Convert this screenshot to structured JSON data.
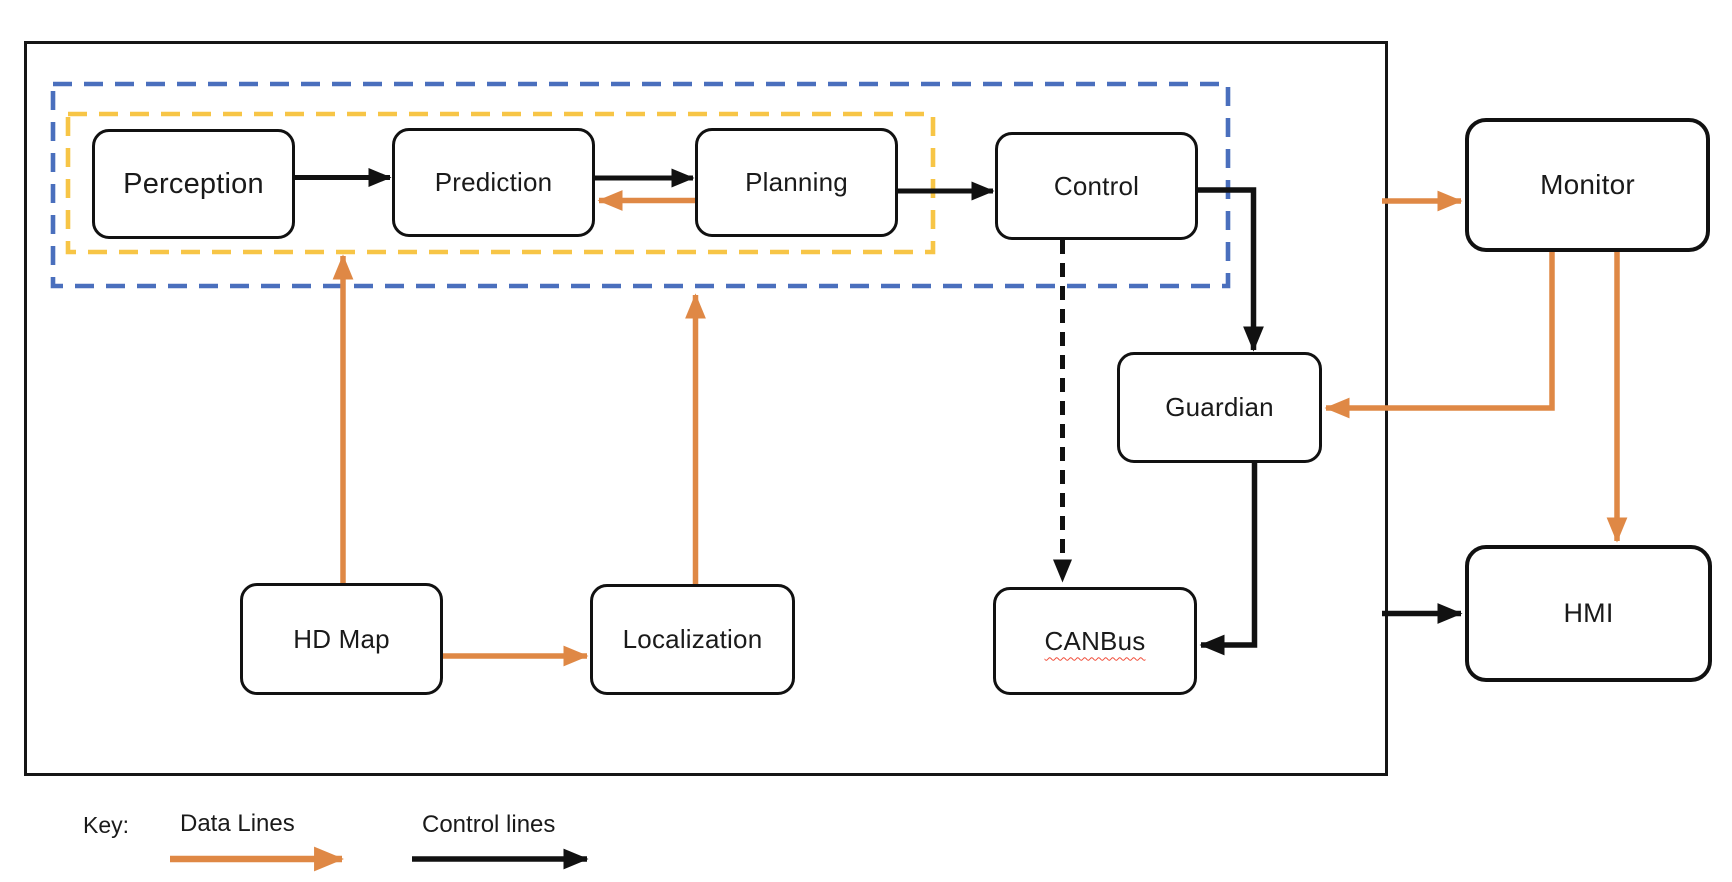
{
  "nodes": {
    "perception": "Perception",
    "prediction": "Prediction",
    "planning": "Planning",
    "control": "Control",
    "monitor": "Monitor",
    "guardian": "Guardian",
    "canbus": "CANBus",
    "hdmap": "HD Map",
    "localization": "Localization",
    "hmi": "HMI"
  },
  "key": {
    "label": "Key:",
    "data_lines": "Data Lines",
    "control_lines": "Control lines"
  },
  "colors": {
    "data_line_orange": "#DF8845",
    "control_line_black": "#111111",
    "outer_group_dashed_blue": "#4A6FBD",
    "inner_group_dashed_yellow": "#F7C546",
    "spellcheck_underline_red": "#F04D3A",
    "node_fill": "#FFFFFF"
  }
}
